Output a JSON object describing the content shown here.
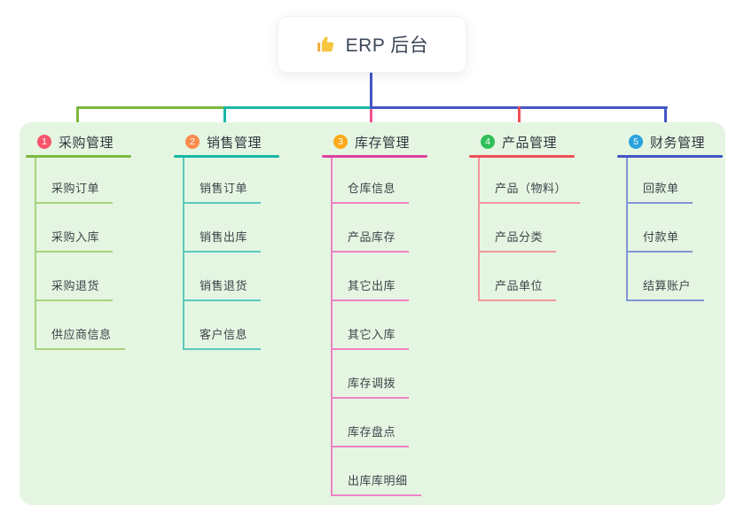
{
  "root": {
    "label": "ERP 后台",
    "icon": "thumbs-up-icon",
    "icon_color": "#f7c53f"
  },
  "connectors": {
    "root_color": "#4456c6",
    "bus": [
      {
        "color": "#7db83e"
      },
      {
        "color": "#17b8a6"
      },
      {
        "color": "#4456c6"
      }
    ]
  },
  "canvas": {
    "background": "#ffffff",
    "panel_color": "#e4f6e1"
  },
  "branches": [
    {
      "num": "1",
      "label": "采购管理",
      "badge_color": "#f8546c",
      "line_color": "#7db83e",
      "child_line_color": "#a8d37f",
      "drop_color": "#7db83e",
      "children": [
        "采购订单",
        "采购入库",
        "采购退货",
        "供应商信息"
      ]
    },
    {
      "num": "2",
      "label": "销售管理",
      "badge_color": "#fa8b4c",
      "line_color": "#17b8a6",
      "child_line_color": "#5bc8bd",
      "drop_color": "#17b8a6",
      "children": [
        "销售订单",
        "销售出库",
        "销售退货",
        "客户信息"
      ]
    },
    {
      "num": "3",
      "label": "库存管理",
      "badge_color": "#fcaa1b",
      "line_color": "#e0419f",
      "child_line_color": "#ef82c2",
      "drop_color": "#f0508f",
      "children": [
        "仓库信息",
        "产品库存",
        "其它出库",
        "其它入库",
        "库存调拨",
        "库存盘点",
        "出库库明细"
      ]
    },
    {
      "num": "4",
      "label": "产品管理",
      "badge_color": "#2fbe5a",
      "line_color": "#f04f58",
      "child_line_color": "#f4959b",
      "drop_color": "#f04f58",
      "children": [
        "产品（物料）",
        "产品分类",
        "产品单位"
      ]
    },
    {
      "num": "5",
      "label": "财务管理",
      "badge_color": "#29a2de",
      "line_color": "#4155c4",
      "child_line_color": "#8295d6",
      "drop_color": "#4456c6",
      "children": [
        "回款单",
        "付款单",
        "结算账户"
      ]
    }
  ]
}
